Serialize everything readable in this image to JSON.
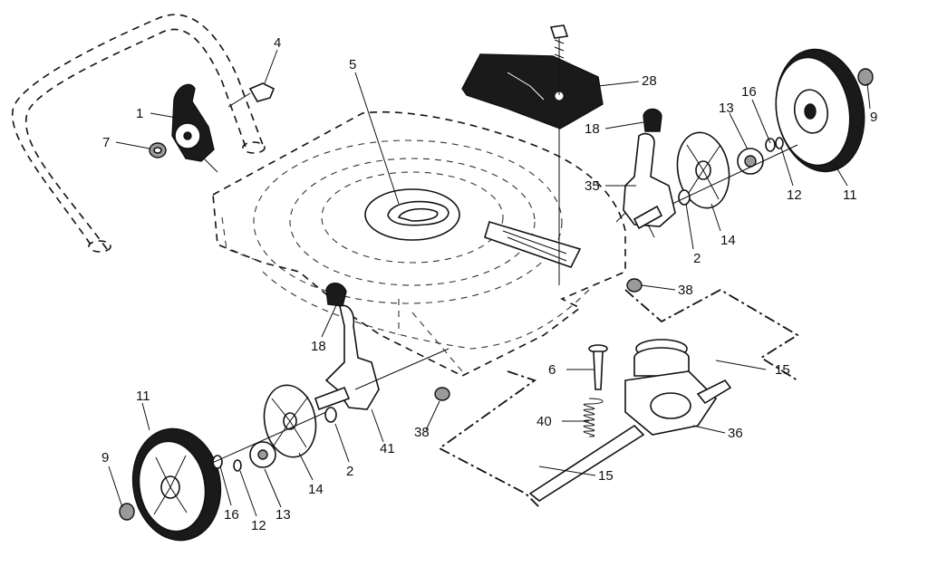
{
  "labels": [
    {
      "id": "1",
      "text": "1"
    },
    {
      "id": "4",
      "text": "4"
    },
    {
      "id": "5",
      "text": "5"
    },
    {
      "id": "7",
      "text": "7"
    },
    {
      "id": "28",
      "text": "28"
    },
    {
      "id": "18a",
      "text": "18"
    },
    {
      "id": "16a",
      "text": "16"
    },
    {
      "id": "9a",
      "text": "9"
    },
    {
      "id": "13a",
      "text": "13"
    },
    {
      "id": "35",
      "text": "35"
    },
    {
      "id": "12a",
      "text": "12"
    },
    {
      "id": "11a",
      "text": "11"
    },
    {
      "id": "14a",
      "text": "14"
    },
    {
      "id": "2a",
      "text": "2"
    },
    {
      "id": "38a",
      "text": "38"
    },
    {
      "id": "18b",
      "text": "18"
    },
    {
      "id": "6",
      "text": "6"
    },
    {
      "id": "15a",
      "text": "15"
    },
    {
      "id": "11b",
      "text": "11"
    },
    {
      "id": "40",
      "text": "40"
    },
    {
      "id": "36",
      "text": "36"
    },
    {
      "id": "38b",
      "text": "38"
    },
    {
      "id": "41",
      "text": "41"
    },
    {
      "id": "9b",
      "text": "9"
    },
    {
      "id": "15b",
      "text": "15"
    },
    {
      "id": "14b",
      "text": "14"
    },
    {
      "id": "2b",
      "text": "2"
    },
    {
      "id": "16b",
      "text": "16"
    },
    {
      "id": "12b",
      "text": "12"
    },
    {
      "id": "13b",
      "text": "13"
    }
  ]
}
